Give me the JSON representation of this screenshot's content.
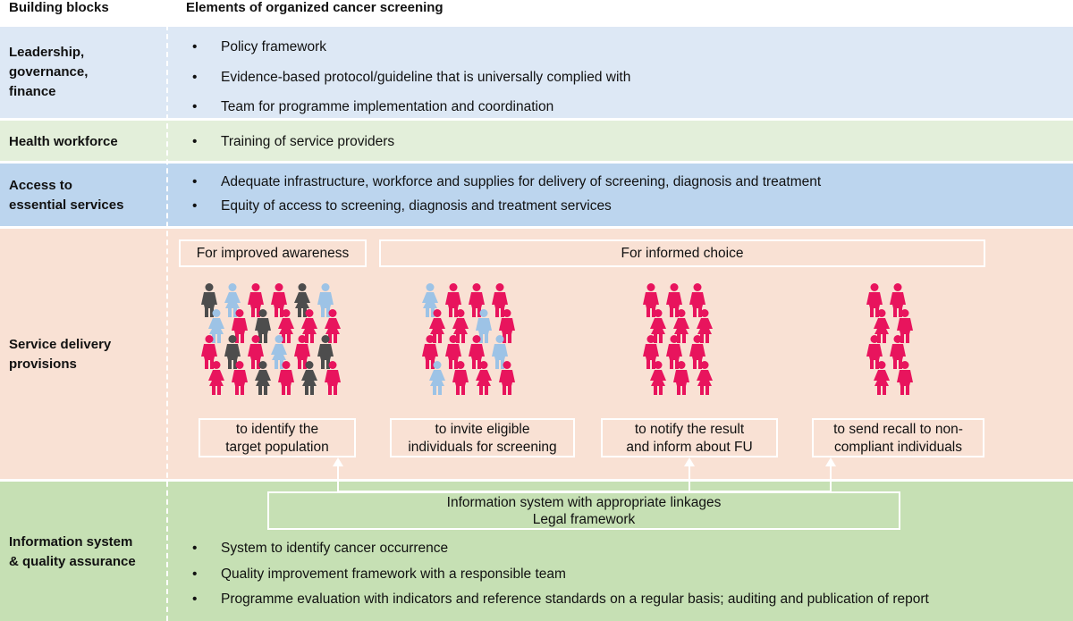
{
  "header": {
    "col1": "Building blocks",
    "col2": "Elements of organized cancer screening"
  },
  "rows": {
    "leadership": {
      "label": "Leadership,\ngovernance,\nfinance",
      "bullets": [
        "Policy framework",
        "Evidence-based protocol/guideline that is universally complied with",
        "Team for programme implementation and coordination"
      ]
    },
    "workforce": {
      "label": "Health workforce",
      "bullets": [
        "Training of service providers"
      ]
    },
    "access": {
      "label": "Access to\nessential services",
      "bullets": [
        "Adequate infrastructure, workforce and supplies for delivery of screening, diagnosis and treatment",
        "Equity of access to screening, diagnosis and treatment services"
      ]
    },
    "service": {
      "label": "Service delivery\nprovisions",
      "box_awareness": "For improved awareness",
      "box_choice": "For informed choice",
      "steps": [
        "to identify the\ntarget population",
        "to invite eligible\nindividuals for screening",
        "to notify the result\nand inform about FU",
        "to send recall to non-\ncompliant individuals"
      ]
    },
    "information": {
      "label": "Information system\n& quality assurance",
      "box_line1": "Information system with appropriate linkages",
      "box_line2": "Legal framework",
      "bullets": [
        "System to identify cancer occurrence",
        "Quality improvement framework with a responsible team",
        "Programme evaluation with indicators and reference standards on a regular basis; auditing and publication of report"
      ]
    }
  },
  "colors": {
    "leadership_bg": "#dde8f5",
    "workforce_bg": "#e3efda",
    "access_bg": "#bcd5ee",
    "service_bg": "#f9e1d4",
    "information_bg": "#c6e0b4",
    "pink": "#e8145d",
    "light_blue": "#9dc3e6",
    "dark_gray": "#4d4d4d"
  },
  "icons": {
    "person_figure": "person-icon"
  },
  "groups": [
    {
      "name": "target-population",
      "rows": [
        [
          "m-dark",
          "f-light",
          "m-pink",
          "m-pink",
          "f-dark",
          "m-light"
        ],
        [
          "f-light",
          "m-pink",
          "m-dark",
          "f-pink",
          "f-pink",
          "f-pink"
        ],
        [
          "m-pink",
          "m-dark",
          "m-pink",
          "f-light",
          "m-pink",
          "m-dark"
        ],
        [
          "f-pink",
          "m-pink",
          "f-dark",
          "m-pink",
          "f-dark",
          "m-pink"
        ]
      ]
    },
    {
      "name": "eligible-individuals",
      "rows": [
        [
          "f-light",
          "m-pink",
          "m-pink",
          "m-pink"
        ],
        [
          "f-pink",
          "f-pink",
          "m-light",
          "m-pink"
        ],
        [
          "m-pink",
          "m-pink",
          "m-pink",
          "m-light"
        ],
        [
          "f-light",
          "m-pink",
          "f-pink",
          "m-pink"
        ]
      ]
    },
    {
      "name": "screened-individuals",
      "rows": [
        [
          "m-pink",
          "m-pink",
          "m-pink"
        ],
        [
          "f-pink",
          "f-pink",
          "f-pink"
        ],
        [
          "m-pink",
          "m-pink",
          "m-pink"
        ],
        [
          "f-pink",
          "m-pink",
          "f-pink"
        ]
      ]
    },
    {
      "name": "non-compliant-individuals",
      "rows": [
        [
          "m-pink",
          "m-pink"
        ],
        [
          "f-pink",
          "m-pink"
        ],
        [
          "m-pink",
          "m-pink"
        ],
        [
          "f-pink",
          "m-pink"
        ]
      ]
    }
  ]
}
